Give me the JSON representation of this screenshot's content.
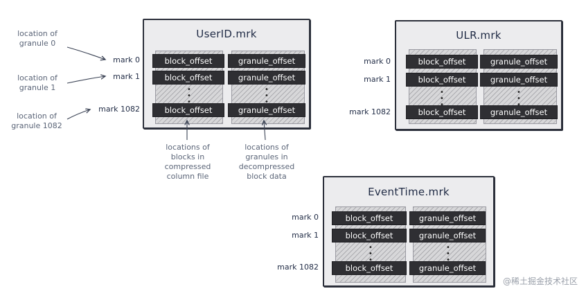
{
  "panels": {
    "userid": {
      "title": "UserID.mrk",
      "marks": [
        "mark 0",
        "mark 1",
        "mark 1082"
      ],
      "rows": [
        {
          "block": "block_offset",
          "granule": "granule_offset"
        },
        {
          "block": "block_offset",
          "granule": "granule_offset"
        },
        {
          "block": "block_offset",
          "granule": "granule_offset"
        }
      ]
    },
    "ulr": {
      "title": "ULR.mrk",
      "marks": [
        "mark 0",
        "mark 1",
        "mark 1082"
      ],
      "rows": [
        {
          "block": "block_offset",
          "granule": "granule_offset"
        },
        {
          "block": "block_offset",
          "granule": "granule_offset"
        },
        {
          "block": "block_offset",
          "granule": "granule_offset"
        }
      ]
    },
    "eventtime": {
      "title": "EventTime.mrk",
      "marks": [
        "mark 0",
        "mark 1",
        "mark 1082"
      ],
      "rows": [
        {
          "block": "block_offset",
          "granule": "granule_offset"
        },
        {
          "block": "block_offset",
          "granule": "granule_offset"
        },
        {
          "block": "block_offset",
          "granule": "granule_offset"
        }
      ]
    }
  },
  "notes": {
    "granule0": [
      "location of",
      "granule 0"
    ],
    "granule1": [
      "location of",
      "granule 1"
    ],
    "granule1082": [
      "location of",
      "granule 1082"
    ],
    "blocks": [
      "locations of",
      "blocks in",
      "compressed",
      "column file"
    ],
    "granules": [
      "locations of",
      "granules in",
      "decompressed",
      "block data"
    ]
  },
  "watermark": "@稀土掘金技术社区",
  "colors": {
    "panel_bg": "#ececee",
    "cell_bg": "#2f2f33",
    "ink": "#1f2a44",
    "note_ink": "#5a6477"
  }
}
